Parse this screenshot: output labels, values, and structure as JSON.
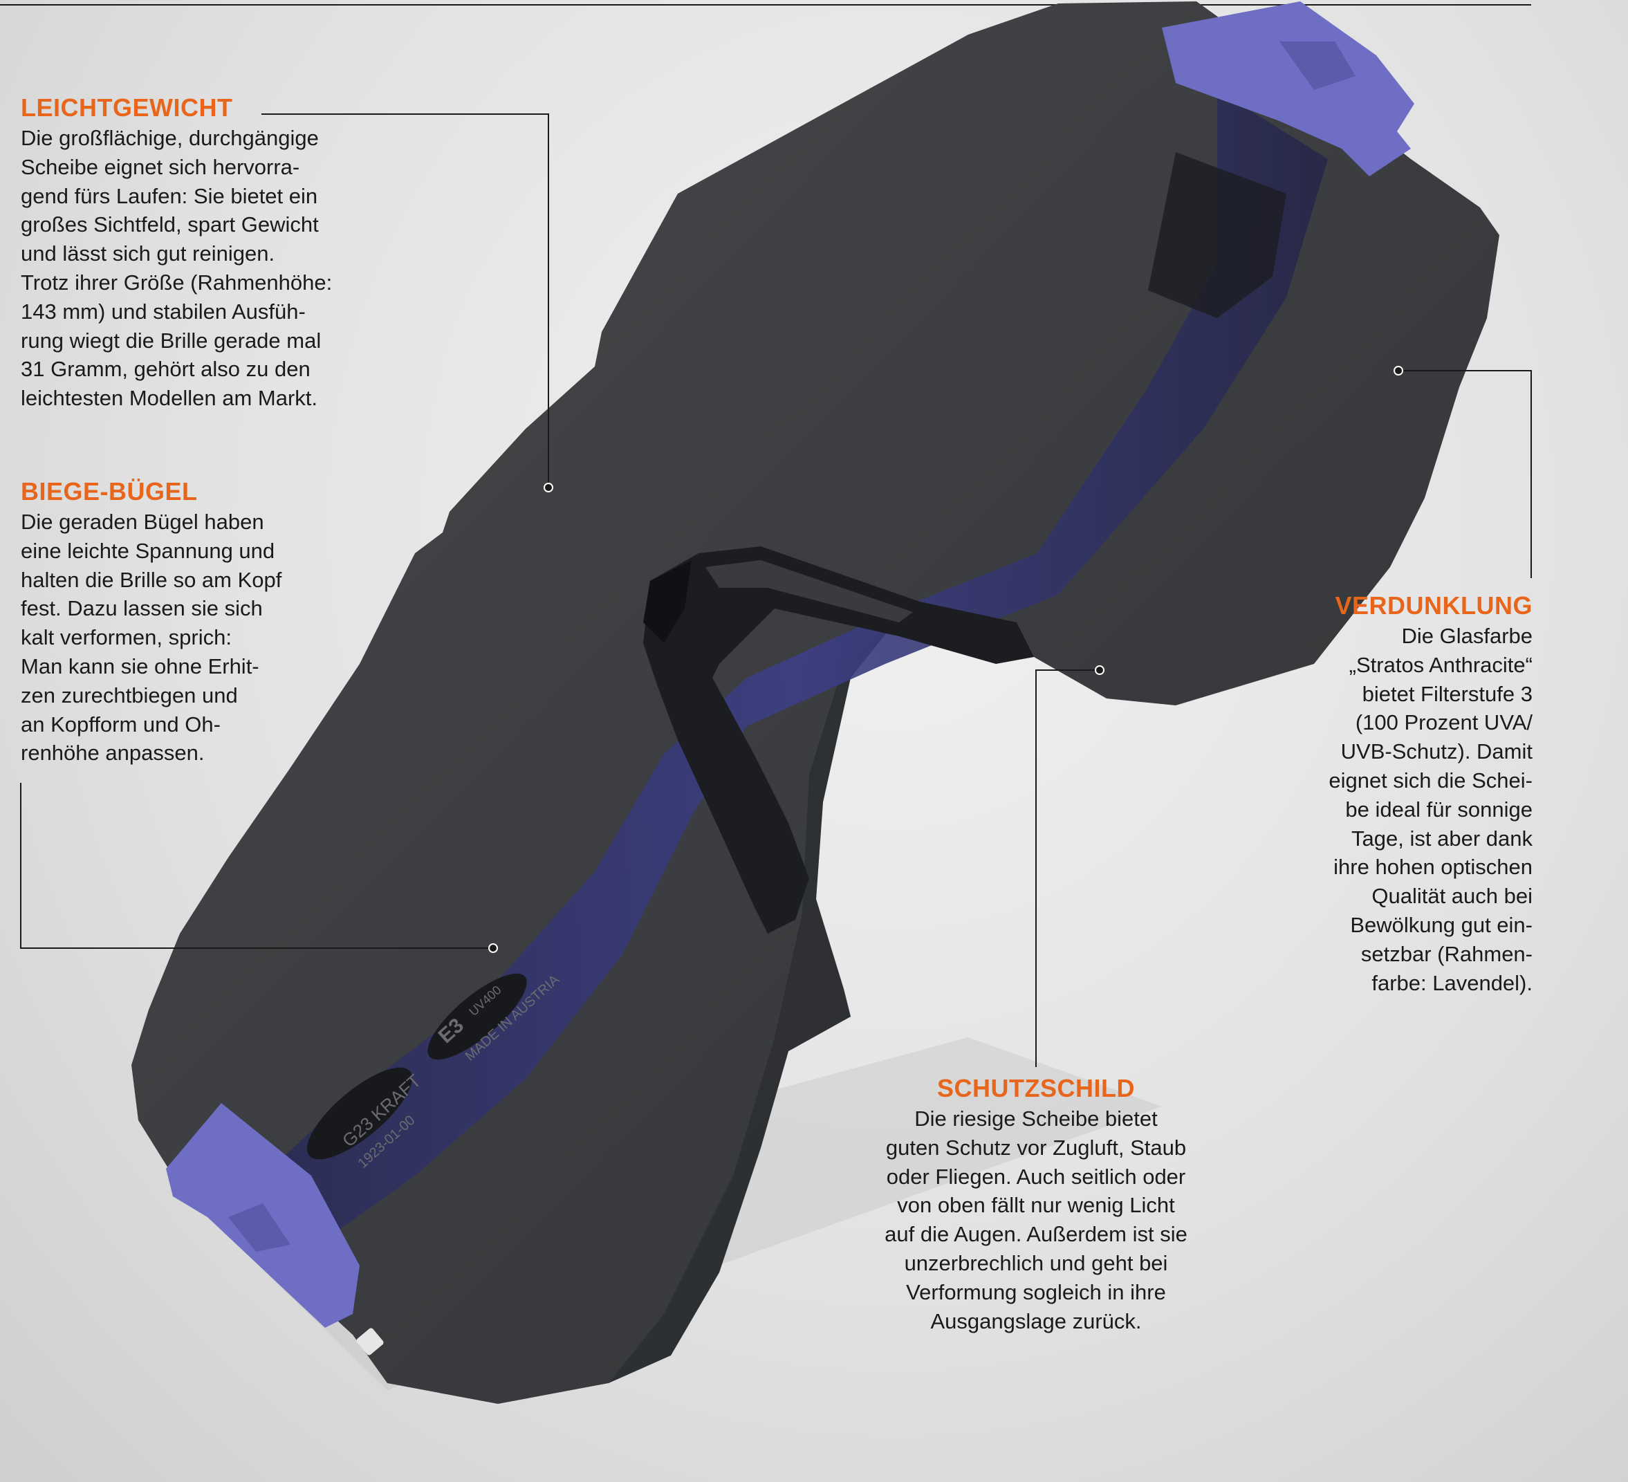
{
  "colors": {
    "accent": "#e8661c",
    "lens": "#3b3d40",
    "frame_lavender": "#6e6fc4",
    "nose_pad": "#1c1d20",
    "leader_line": "#1a1a1a"
  },
  "lens_markings": {
    "model": "G23 KRAFT",
    "filter": "E3",
    "uv": "UV400",
    "code": "1923-01-00",
    "origin": "MADE IN AUSTRIA"
  },
  "callouts": {
    "leichtgewicht": {
      "title": "LEICHTGEWICHT",
      "lines": [
        "Die großflächige, durchgängige",
        "Scheibe eignet sich hervorra-",
        "gend fürs Laufen: Sie bietet ein",
        "großes Sichtfeld, spart Gewicht",
        "und lässt sich gut reinigen.",
        "Trotz ihrer Größe (Rahmenhöhe:",
        "143 mm) und stabilen Ausfüh-",
        "rung wiegt die Brille gerade mal",
        "31 Gramm, gehört also zu den",
        "leichtesten Modellen am Markt."
      ]
    },
    "biege_buegel": {
      "title": "BIEGE-BÜGEL",
      "lines": [
        "Die geraden Bügel haben",
        "eine leichte Spannung und",
        "halten die Brille so am Kopf",
        "fest. Dazu lassen sie sich",
        "kalt verformen, sprich:",
        "Man kann sie ohne Erhit-",
        "zen zurechtbiegen und",
        "an Kopfform und Oh-",
        "renhöhe anpassen."
      ]
    },
    "verdunklung": {
      "title": "VERDUNKLUNG",
      "lines": [
        "Die Glasfarbe",
        "„Stratos  Anthracite“",
        "bietet Filterstufe 3",
        "(100 Prozent UVA/",
        "UVB-Schutz). Damit",
        "eignet sich die Schei-",
        "be ideal für sonnige",
        "Tage, ist aber dank",
        "ihre hohen optischen",
        "Qualität auch bei",
        "Bewölkung gut ein-",
        "setzbar (Rahmen-",
        "farbe: Lavendel)."
      ]
    },
    "schutzschild": {
      "title": "SCHUTZSCHILD",
      "lines": [
        "Die riesige Scheibe bietet",
        "guten Schutz vor Zugluft, Staub",
        "oder Fliegen. Auch seitlich oder",
        "von oben fällt nur wenig Licht",
        "auf die Augen. Außerdem ist sie",
        "unzerbrechlich und geht bei",
        "Verformung sogleich in ihre",
        "Ausgangslage zurück."
      ]
    }
  }
}
